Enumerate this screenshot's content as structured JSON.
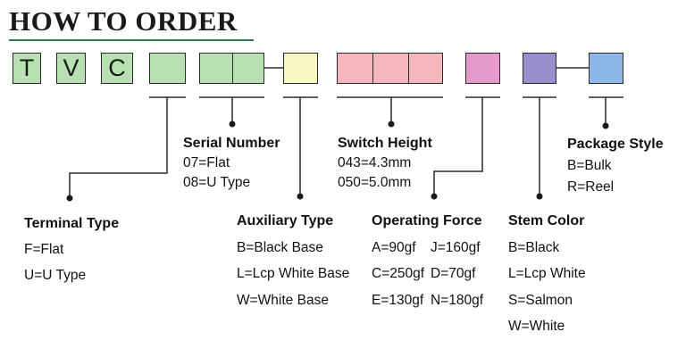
{
  "title": "HOW TO ORDER",
  "code_letters": [
    "T",
    "V",
    "C"
  ],
  "colors": {
    "title_underline": "#2f7d4d",
    "terminal": "#b9e0b2",
    "serial": "#b9e0b2",
    "auxiliary": "#f7f7c3",
    "height": "#f4b7bd",
    "force": "#e69bcc",
    "stem": "#9a8fcc",
    "package": "#8db7e6"
  },
  "groups": {
    "terminal_type": {
      "title": "Terminal Type",
      "options": [
        "F=Flat",
        "U=U Type"
      ]
    },
    "serial_number": {
      "title": "Serial Number",
      "options": [
        "07=Flat",
        "08=U Type"
      ]
    },
    "auxiliary_type": {
      "title": "Auxiliary Type",
      "options": [
        "B=Black Base",
        "L=Lcp White Base",
        "W=White Base"
      ]
    },
    "switch_height": {
      "title": "Switch Height",
      "options": [
        "043=4.3mm",
        "050=5.0mm"
      ]
    },
    "operating_force": {
      "title": "Operating Force",
      "options": [
        "A=90gf",
        "J=160gf",
        "C=250gf",
        "D=70gf",
        "E=130gf",
        "N=180gf"
      ]
    },
    "stem_color": {
      "title": "Stem Color",
      "options": [
        "B=Black",
        "L=Lcp White",
        "S=Salmon",
        "W=White"
      ]
    },
    "package_style": {
      "title": "Package Style",
      "options": [
        "B=Bulk",
        "R=Reel"
      ]
    }
  }
}
